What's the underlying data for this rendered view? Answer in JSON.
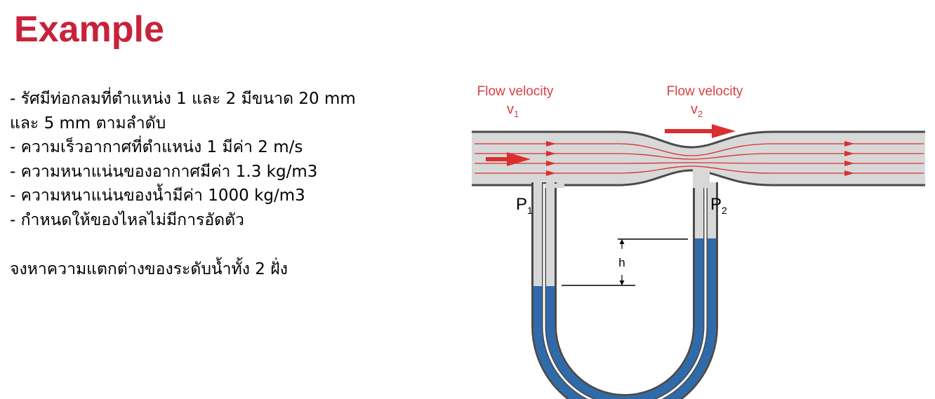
{
  "slide": {
    "title": "Example",
    "bullets": [
      "- รัศมีท่อกลมที่ตำแหน่ง 1 และ 2 มีขนาด 20 mm",
      "และ 5 mm ตามลำดับ",
      "- ความเร็วอากาศที่ตำแหน่ง 1 มีค่า 2 m/s",
      "- ความหนาแน่นของอากาศมีค่า 1.3 kg/m3",
      "- ความหนาแน่นของน้ำมีค่า 1000 kg/m3",
      "- กำหนดให้ของไหลไม่มีการอัดตัว"
    ],
    "question": "จงหาความแตกต่างของระดับน้ำทั้ง 2 ฝั่ง"
  },
  "diagram": {
    "flow_label_1": "Flow velocity",
    "velocity_1": "v",
    "velocity_1_sub": "1",
    "flow_label_2": "Flow velocity",
    "velocity_2": "v",
    "velocity_2_sub": "2",
    "pressure_1": "P",
    "pressure_1_sub": "1",
    "pressure_2": "P",
    "pressure_2_sub": "2",
    "height_label": "h",
    "colors": {
      "title": "#c8223a",
      "flow_label": "#d64045",
      "arrow": "#d9302f",
      "pipe_fill": "#d8d8d8",
      "pipe_wall": "#4a4a4a",
      "water": "#2f6aaa"
    }
  }
}
